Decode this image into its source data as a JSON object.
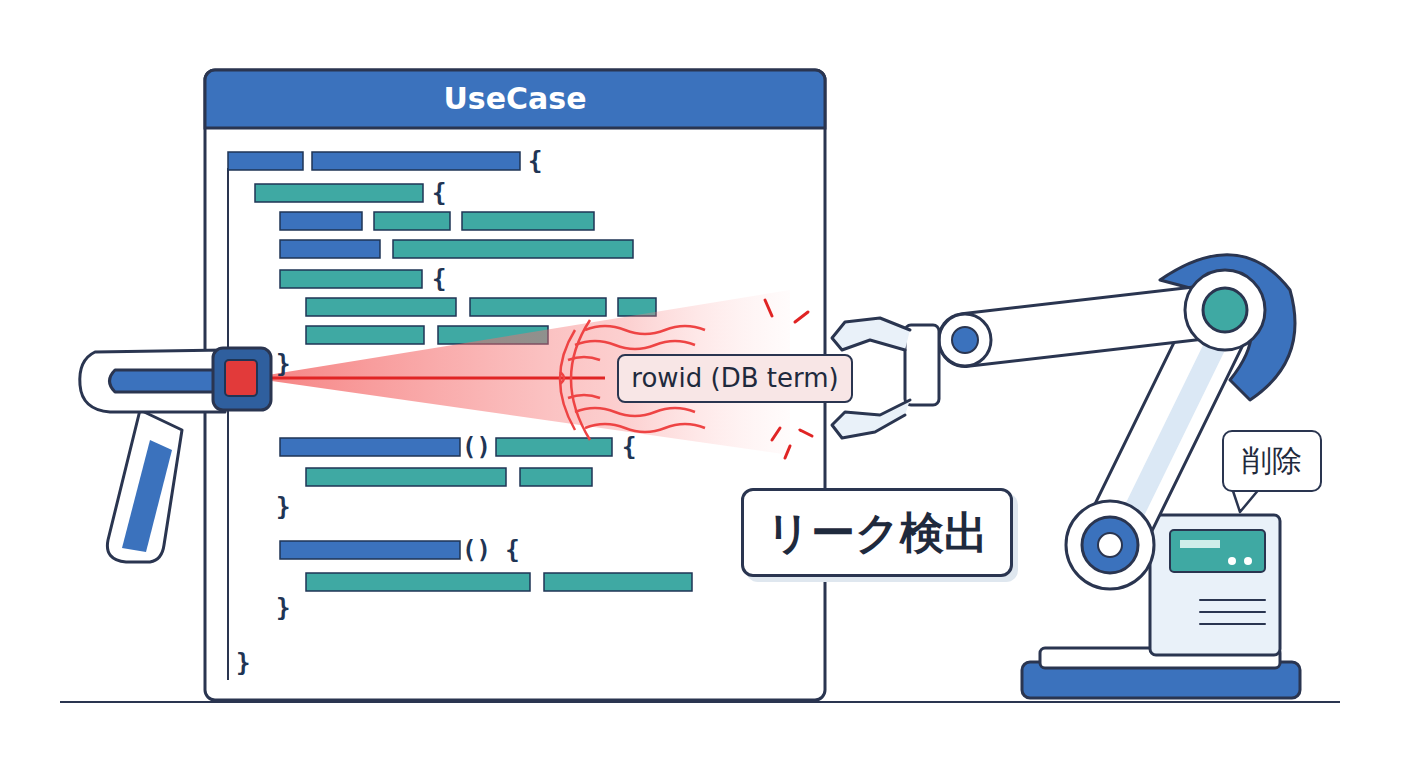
{
  "diagram": {
    "nodes": [
      {
        "text": [
          "UseCase"
        ]
      },
      {
        "text": [
          "rowid (DB term)"
        ]
      },
      {
        "text": [
          "リーク検出"
        ]
      },
      {
        "text": [
          "削除"
        ]
      }
    ],
    "edges": [],
    "labels": [
      "{",
      "{",
      "{",
      "}",
      "()",
      "{",
      "}",
      "() {",
      "}",
      "}"
    ]
  }
}
